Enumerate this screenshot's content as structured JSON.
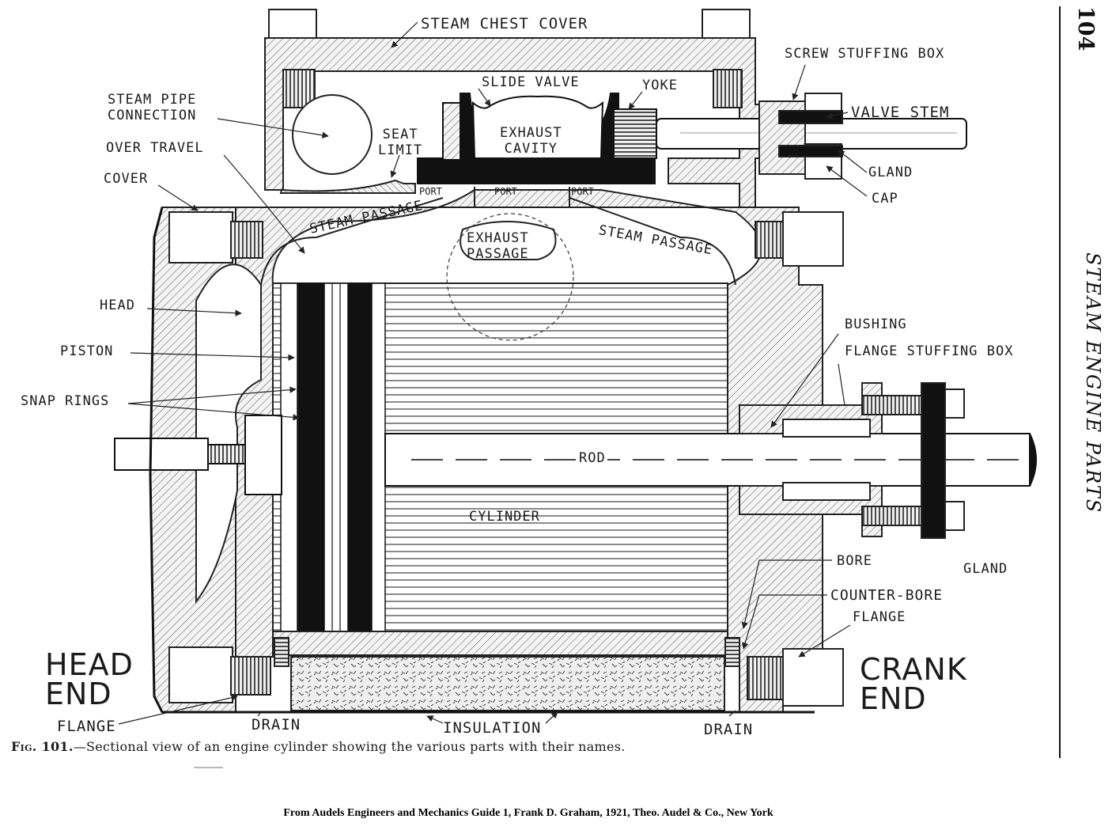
{
  "page": {
    "number": "104",
    "running_head": "STEAM ENGINE PARTS"
  },
  "labels": {
    "steam_chest_cover": "STEAM CHEST COVER",
    "slide_valve": "SLIDE VALVE",
    "yoke": "YOKE",
    "screw_stuffing_box": "SCREW STUFFING BOX",
    "valve_stem": "VALVE STEM",
    "gland_top": "GLAND",
    "cap": "CAP",
    "steam_pipe_connection": "STEAM PIPE\nCONNECTION",
    "over_travel": "OVER TRAVEL",
    "cover": "COVER",
    "seat_limit": "SEAT\nLIMIT",
    "exhaust_cavity": "EXHAUST\nCAVITY",
    "port_left": "PORT",
    "port_center": "PORT",
    "port_right": "PORT",
    "steam_passage_left": "STEAM PASSAGE",
    "exhaust_passage": "EXHAUST\nPASSAGE",
    "steam_passage_right": "STEAM PASSAGE",
    "head": "HEAD",
    "piston": "PISTON",
    "snap_rings": "SNAP RINGS",
    "bushing": "BUSHING",
    "flange_stuffing_box": "FLANGE STUFFING BOX",
    "rod": "ROD",
    "cylinder": "CYLINDER",
    "bore": "BORE",
    "gland_bottom": "GLAND",
    "counter_bore": "COUNTER-BORE",
    "flange_right": "FLANGE",
    "head_end": "HEAD\nEND",
    "crank_end": "CRANK\nEND",
    "flange_left": "FLANGE",
    "drain_left": "DRAIN",
    "insulation": "INSULATION",
    "drain_right": "DRAIN"
  },
  "caption": {
    "fig_label": "Fig. 101.",
    "text": "—Sectional view of an engine cylinder showing the various parts with their names."
  },
  "source": "From Audels Engineers and Mechanics Guide 1, Frank D. Graham, 1921, Theo. Audel & Co., New York"
}
